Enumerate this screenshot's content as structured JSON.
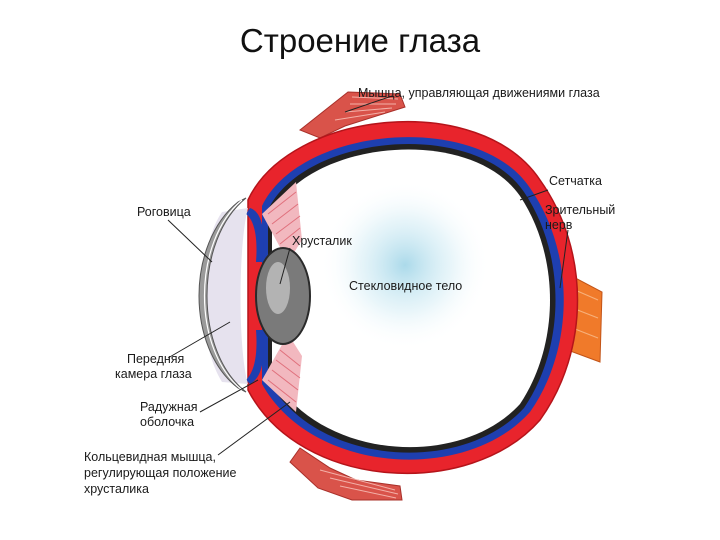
{
  "title": "Строение глаза",
  "labels": {
    "muscle_top": "Мышца, управляющая движениями глаза",
    "retina": "Сетчатка",
    "optic_nerve_1": "Зрительный",
    "optic_nerve_2": "нерв",
    "cornea": "Роговица",
    "lens": "Хрусталик",
    "vitreous": "Стекловидное тело",
    "anterior_chamber_1": "Передняя",
    "anterior_chamber_2": "камера глаза",
    "iris_1": "Радужная",
    "iris_2": "оболочка",
    "ciliary_1": "Кольцевидная мышца,",
    "ciliary_2": "регулирующая положение",
    "ciliary_3": "хрусталика"
  },
  "colors": {
    "sclera": "#e8242c",
    "choroid": "#1e3fb0",
    "muscle": "#d9534a",
    "nerve": "#f07a2a",
    "vitreous": "#9fd3e6"
  }
}
